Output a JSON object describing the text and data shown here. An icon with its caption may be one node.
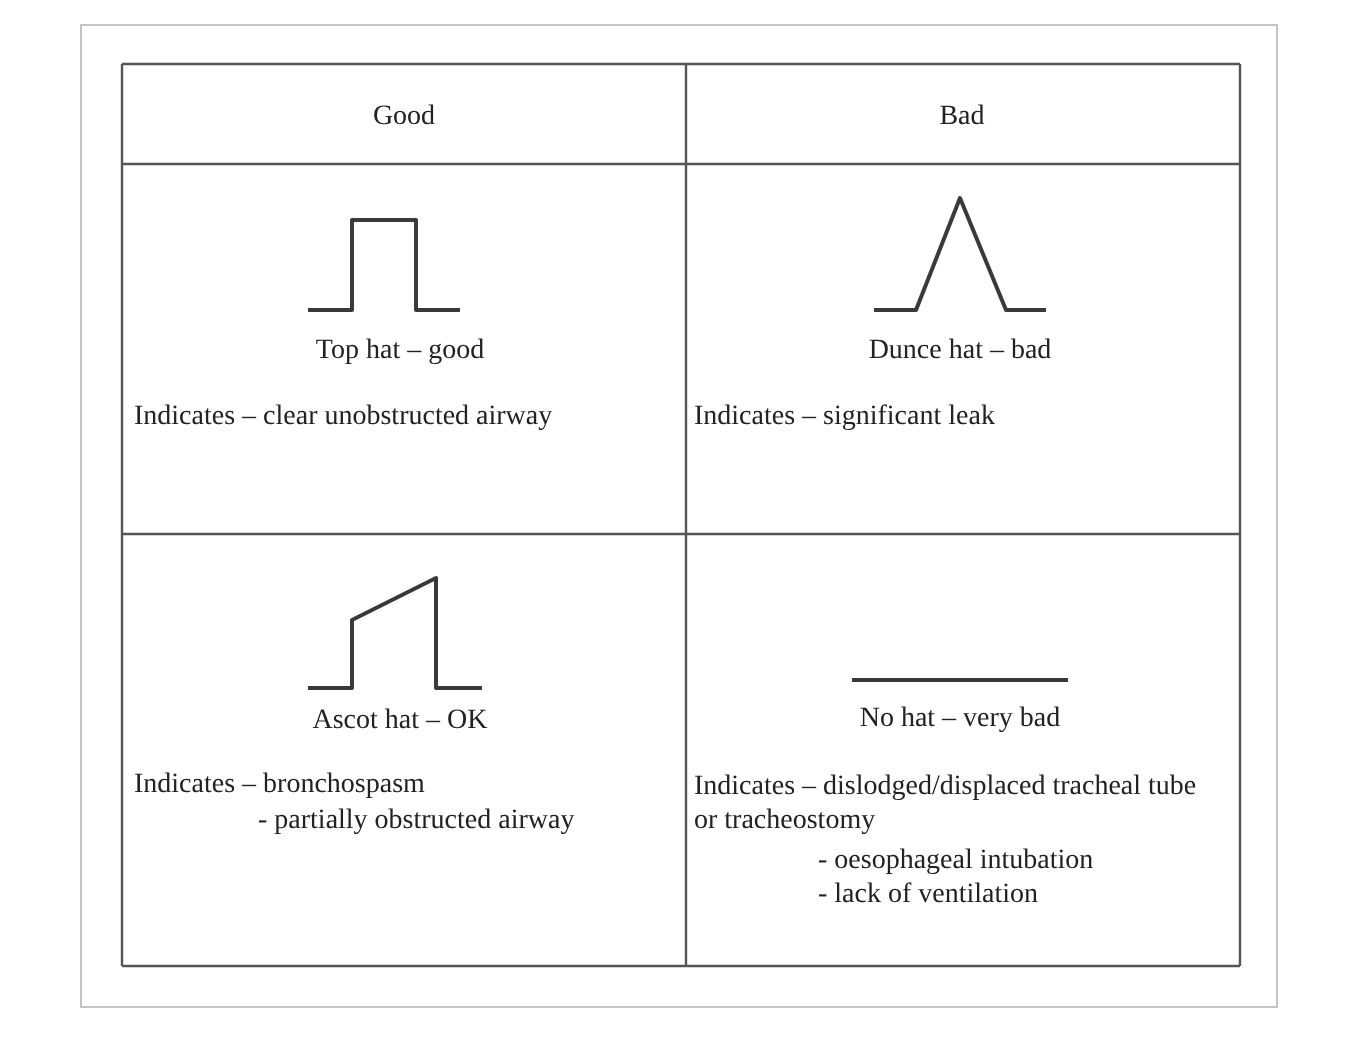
{
  "diagram": {
    "labels": [
      "Good",
      "Bad",
      "Top hat – good",
      "Indicates – clear unobstructed airway",
      "Dunce hat – bad",
      "Indicates – significant leak",
      "Ascot hat – OK",
      "Indicates – bronchospasm",
      "- partially obstructed airway",
      "No hat – very bad",
      "Indicates – dislodged/displaced tracheal tube or tracheostomy",
      "- oesophageal intubation",
      "- lack of ventilation"
    ]
  }
}
